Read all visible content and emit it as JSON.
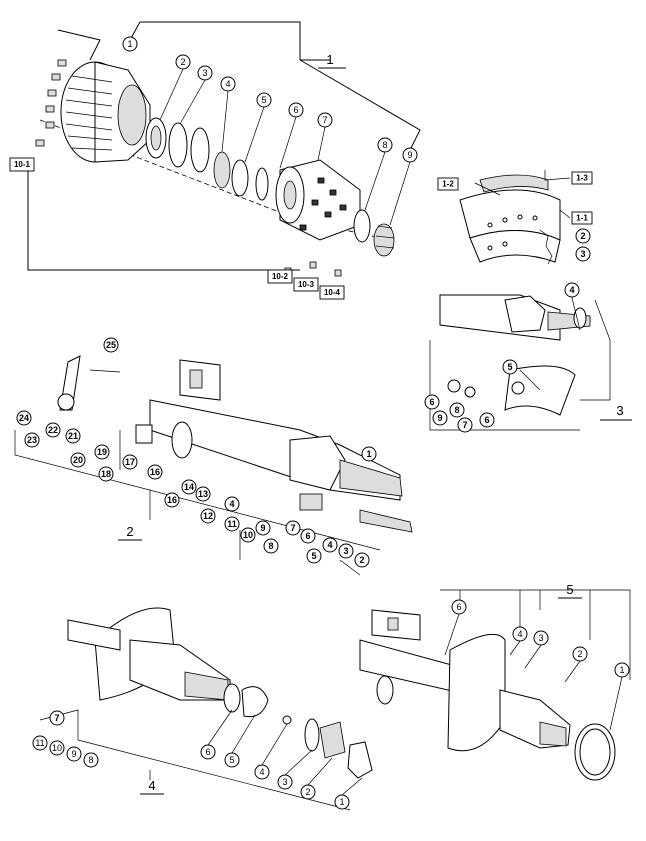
{
  "groups": [
    "1",
    "2",
    "3",
    "4",
    "5"
  ],
  "assembly1": {
    "callouts": [
      "1",
      "2",
      "3",
      "4",
      "5",
      "6",
      "7",
      "8",
      "9"
    ],
    "boxes": [
      "10-1",
      "10-2",
      "10-3",
      "10-4"
    ]
  },
  "brake_shoe": {
    "callouts": [
      "2",
      "3",
      "4",
      "5",
      "6",
      "9",
      "8",
      "7",
      "6"
    ],
    "boxes": [
      "1-2",
      "1-3",
      "1-1"
    ]
  },
  "assembly2": {
    "callouts": [
      "25",
      "24",
      "22",
      "23",
      "21",
      "20",
      "19",
      "18",
      "17",
      "16",
      "16",
      "14",
      "13",
      "12",
      "11",
      "10",
      "9",
      "8",
      "7",
      "6",
      "5",
      "4",
      "4",
      "3",
      "2",
      "1"
    ]
  },
  "assembly4": {
    "callouts": [
      "7",
      "11",
      "10",
      "9",
      "8",
      "6",
      "5",
      "4",
      "3",
      "2",
      "1"
    ]
  },
  "assembly5": {
    "callouts": [
      "6",
      "4",
      "3",
      "2",
      "1"
    ]
  }
}
